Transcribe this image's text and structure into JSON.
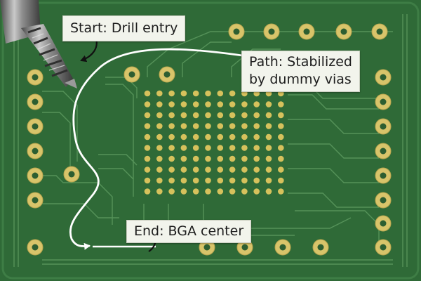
{
  "labels": {
    "start": "Start: Drill entry",
    "path_line1": "Path: Stabilized",
    "path_line2": "by dummy vias",
    "end": "End: BGA center"
  },
  "colors": {
    "board": "#2f6a37",
    "board_edge": "#3e7d45",
    "trace": "#5c9a5f",
    "pad": "#d8c46a",
    "pad_hole": "#2d5e31",
    "bga_ball": "#d6c15c",
    "route_arrow": "#ffffff",
    "leader": "#111111",
    "label_bg": "#f2f4ec"
  },
  "icons": [
    "drill-bit-icon",
    "route-arrow-icon"
  ]
}
